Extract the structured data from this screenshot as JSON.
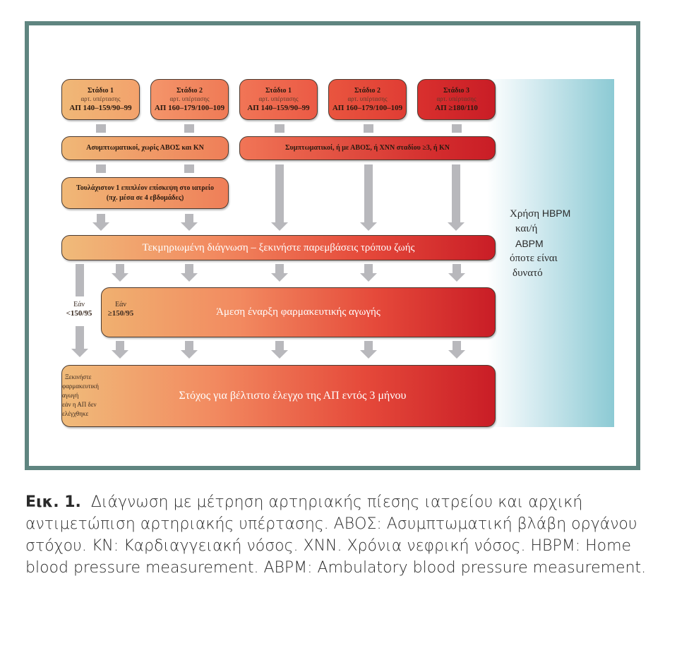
{
  "figure": {
    "stages_left": [
      {
        "title": "Στάδιο 1",
        "subtitle": "αρτ. υπέρτασης",
        "range": "ΑΠ 140–159/90–99"
      },
      {
        "title": "Στάδιο 2",
        "subtitle": "αρτ. υπέρτασης",
        "range": "ΑΠ 160–179/100–109"
      }
    ],
    "stages_right": [
      {
        "title": "Στάδιο 1",
        "subtitle": "αρτ. υπέρτασης",
        "range": "ΑΠ 140–159/90–99"
      },
      {
        "title": "Στάδιο 2",
        "subtitle": "αρτ. υπέρτασης",
        "range": "ΑΠ 160–179/100–109"
      },
      {
        "title": "Στάδιο 3",
        "subtitle": "αρτ. υπέρτασης",
        "range": "ΑΠ ≥180/110"
      }
    ],
    "asymptomatic": "Ασυμπτωματικοί, χωρίς ΑΒΟΣ και ΚΝ",
    "symptomatic": "Συμπτωματικοί, ή με ΑΒΟΣ, ή ΧΝΝ σταδίου ≥3, ή ΚΝ",
    "extra_visit_line1": "Τουλάχιστον 1 επιπλέον επίσκεψη στο ιατρείο",
    "extra_visit_line2": "(πχ. μέσα σε 4 εβδομάδες)",
    "diagnosis": "Τεκμηριωμένη διάγνωση – ξεκινήστε παρεμβάσεις τρόπου ζωής",
    "if_low_label": "Εάν",
    "if_low_value": "<150/95",
    "if_high_label": "Εάν",
    "if_high_value": "≥150/95",
    "treatment": "Άμεση έναρξη φαρμακευτικής αγωγής",
    "final_left_lines": [
      "Ξεκινήστε",
      "φαρμακευτική",
      "αγωγή",
      "εάν η ΑΠ δεν",
      "ελέγχθηκε"
    ],
    "final": "Στόχος για βέλτιστο έλεγχο της ΑΠ εντός 3 μήνου",
    "side_panel": {
      "line1_a": "Χρήση ",
      "line1_b": "HBPM",
      "line2": "και/ή",
      "line3": "ABPM",
      "line4": "όποτε είναι",
      "line5": "δυνατό"
    }
  },
  "caption": {
    "label": "Εικ. 1.",
    "text": "Διάγνωση με μέτρηση αρτηριακής πίεσης ιατρείου και αρχική αντιμετώπιση αρτηριακής υπέρτασης. ΑΒΟΣ: Ασυμπτωματική βλάβη οργάνου στόχου. ΚΝ: Καρδιαγγειακή νόσος. ΧΝΝ. Χρόνια νεφρική νόσος. HBPM: Home blood pressure measurement. ABPM: Ambulatory blood pressure measurement."
  },
  "colors": {
    "frame": "#5f8580",
    "arrow": "#b8b8bc",
    "light_orange": "#f0b877",
    "dark_red": "#c91d26",
    "side_panel": "#8ccad4"
  }
}
